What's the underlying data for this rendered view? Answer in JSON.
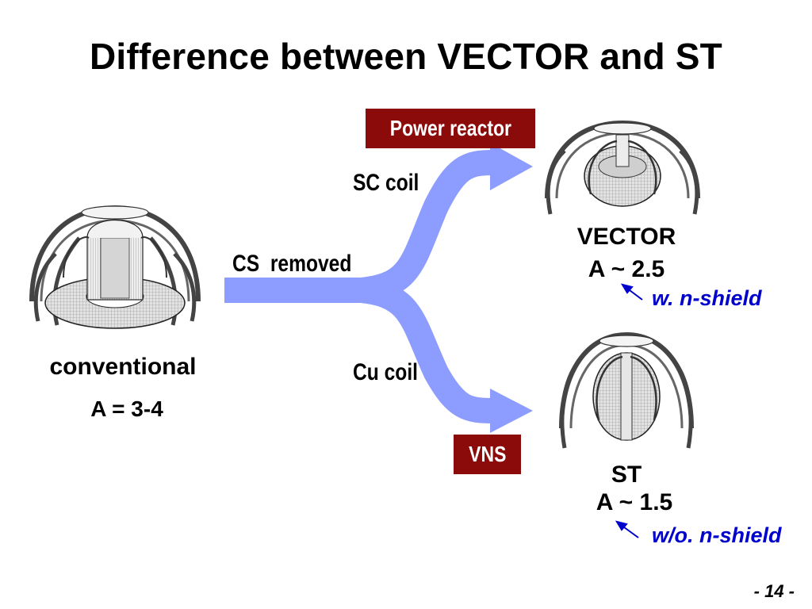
{
  "slide": {
    "title": "Difference between VECTOR and ST",
    "page_number": "- 14 -"
  },
  "diagram": {
    "source": {
      "name": "conventional",
      "aspect_ratio": "A = 3-4"
    },
    "branch_label": "CS  removed",
    "upper_path": {
      "coil_label": "SC coil",
      "category_tag": "Power reactor",
      "target_name": "VECTOR",
      "aspect_ratio": "A ~ 2.5",
      "note": "w. n-shield"
    },
    "lower_path": {
      "coil_label": "Cu coil",
      "category_tag": "VNS",
      "target_name": "ST",
      "aspect_ratio": "A ~ 1.5",
      "note": "w/o. n-shield"
    }
  },
  "colors": {
    "arrow": "#8c9cff",
    "tag_background": "#8b0a0a",
    "note_text": "#0000cc"
  },
  "icons": [
    "conventional-tokamak-icon",
    "vector-tokamak-icon",
    "st-tokamak-icon"
  ]
}
